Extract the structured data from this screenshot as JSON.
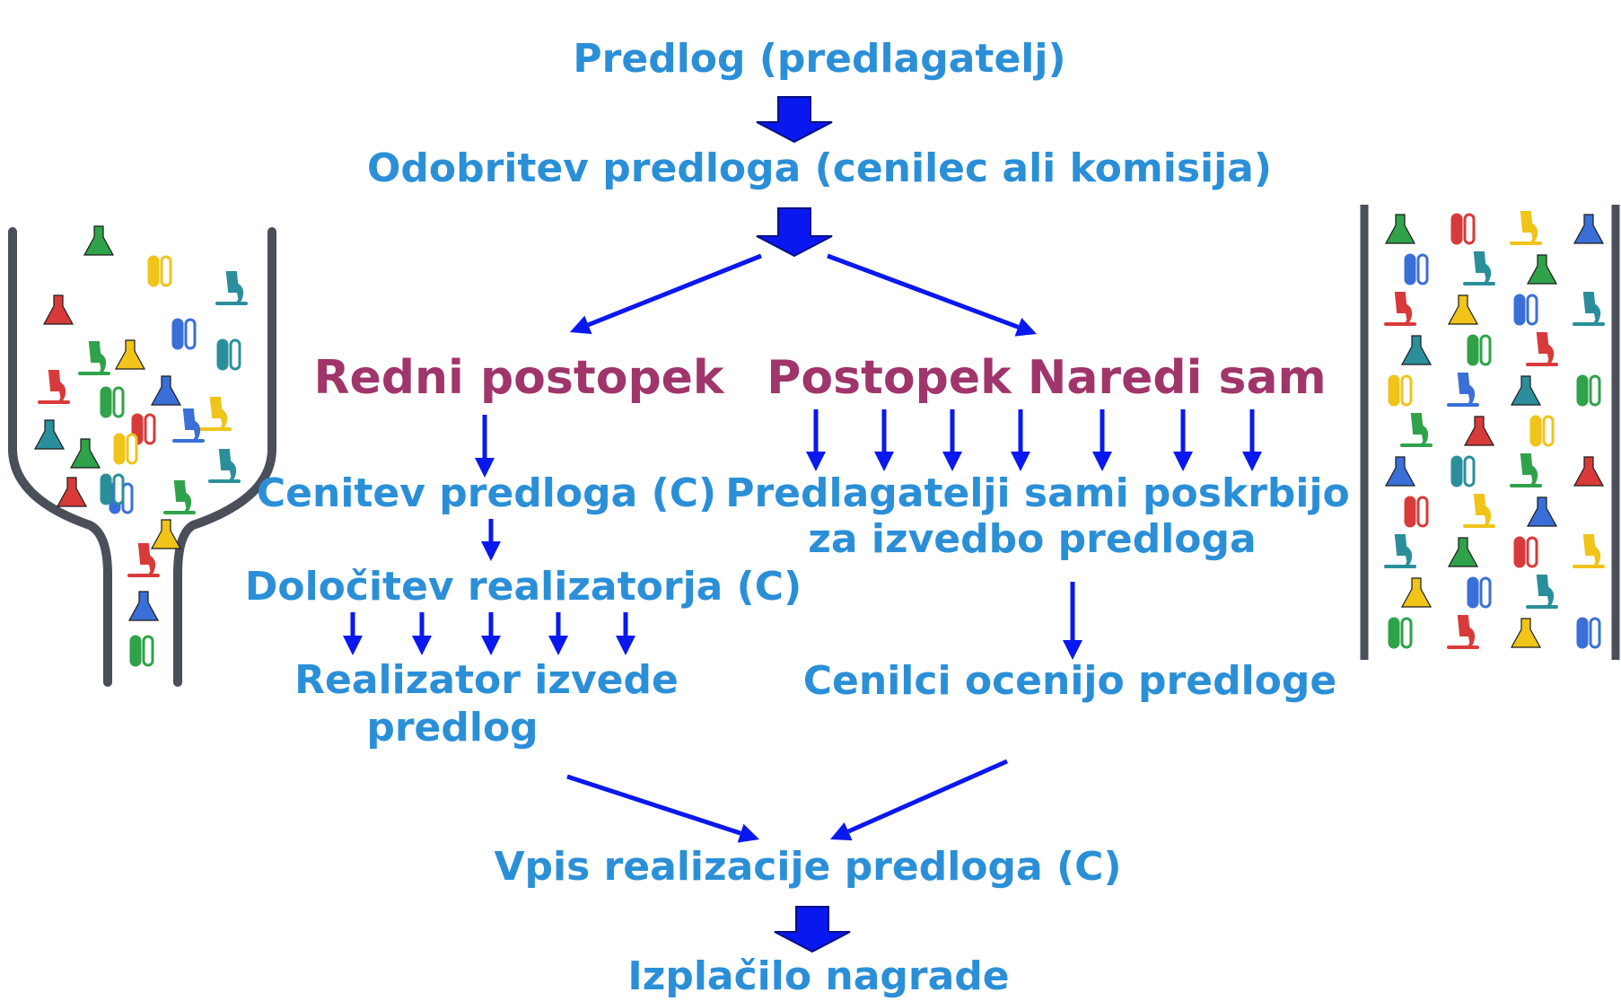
{
  "colors": {
    "text": "#2b8fd8",
    "heading": "#a0356b",
    "arrow": "#0a18f0",
    "vessel": "#4a4f5a"
  },
  "steps": {
    "proposal": "Predlog (predlagatelj)",
    "approval": "Odobritev predloga (cenilec ali komisija)",
    "regular_procedure": "Redni postopek",
    "do_it_yourself_procedure": "Postopek Naredi sam",
    "evaluation": "Cenitev predloga (C)",
    "assign_implementer": "Določitev realizatorja (C)",
    "implementer_line1": "Realizator izvede",
    "implementer_line2": "predlog",
    "proposers_line1": "Predlagatelji sami poskrbijo",
    "proposers_line2": "za izvedbo predloga",
    "evaluators_rate": "Cenilci ocenijo predloge",
    "record_realization": "Vpis realizacije predloga (C)",
    "reward_payment": "Izplačilo nagrade"
  },
  "decor": {
    "left": "funnel-with-lab-icons",
    "right": "tube-with-lab-icons",
    "icon_names": [
      "flask-icon",
      "test-tubes-icon",
      "microscope-icon"
    ],
    "icon_colors": [
      "#2fa24a",
      "#d83a3a",
      "#f0c419",
      "#3a6fd8",
      "#2a8f9a"
    ]
  }
}
